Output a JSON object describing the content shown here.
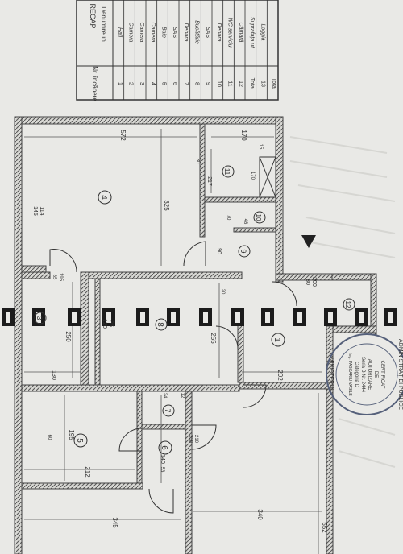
{
  "table": {
    "header_title": "RECAP",
    "col_nr": "Nr. încăpere",
    "col_name": "Denumire în",
    "rows": [
      {
        "nr": "1",
        "name": "Hall"
      },
      {
        "nr": "2",
        "name": "Camera"
      },
      {
        "nr": "3",
        "name": "Camera"
      },
      {
        "nr": "4",
        "name": "Camera"
      },
      {
        "nr": "5",
        "name": "Baie"
      },
      {
        "nr": "6",
        "name": "SAS"
      },
      {
        "nr": "7",
        "name": "Debara"
      },
      {
        "nr": "8",
        "name": "Bucătărie"
      },
      {
        "nr": "9",
        "name": "SAS"
      },
      {
        "nr": "10",
        "name": "Debara"
      },
      {
        "nr": "11",
        "name": "WC serviciu"
      },
      {
        "nr": "12",
        "name": "Cămară"
      },
      {
        "nr": "Total",
        "name": "Suprafața ut"
      },
      {
        "nr": "13",
        "name": "Loggia"
      },
      {
        "nr": "Total",
        "name": ""
      }
    ]
  },
  "rooms": {
    "r1": "1",
    "r3": "3",
    "r4": "4",
    "r5": "5",
    "r6": "6",
    "r7": "7",
    "r8": "8",
    "r9": "9",
    "r10": "10",
    "r11": "11",
    "r12": "12"
  },
  "dims": {
    "d572": "572",
    "d170": "170",
    "d325": "325",
    "d217": "217",
    "d145": "145",
    "d114": "114",
    "d85": "85",
    "d195a": "195",
    "d65": "65",
    "d250": "250",
    "d130": "130",
    "d120": "120",
    "d255": "255",
    "d35": "35",
    "d20": "20",
    "d48": "48",
    "d70": "70",
    "d90": "90",
    "d202": "202",
    "d80": "80",
    "d200": "200",
    "d195b": "195",
    "d212": "212",
    "d345": "345",
    "d340": "340",
    "d552": "552",
    "d60": "60",
    "d210": "210",
    "d250b": "250",
    "d140": "140",
    "d24": "24",
    "d12": "12",
    "d53": "53",
    "d30": "30",
    "d170b": "170",
    "d15": "15"
  },
  "stamp": {
    "top": "ADMINISTRAȚIEI PUBLICE",
    "bottom": "MINISTERUL",
    "line1": "CERTIFICAT",
    "line2": "DE",
    "line3": "AUTORIZARE",
    "line4": "Seria B Nr. 2444",
    "line5": "Categoria D",
    "line6": "Ing. PASCARIU VASILE"
  },
  "colors": {
    "paper": "#e9e9e6",
    "ink": "#333333",
    "wall": "#6a6a68",
    "stamp": "#55607a"
  }
}
